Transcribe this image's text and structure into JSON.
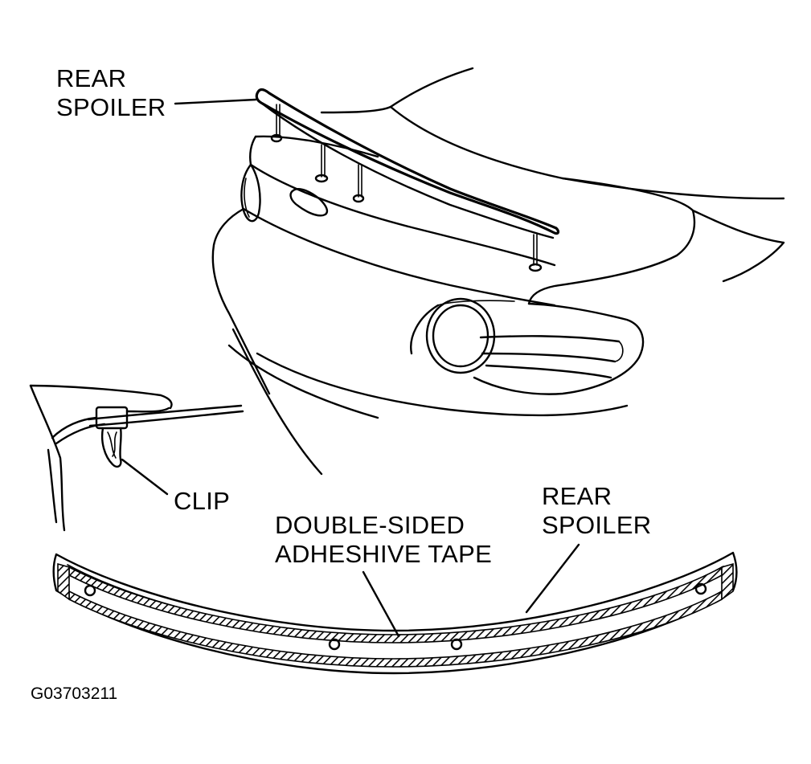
{
  "labels": {
    "rear_spoiler_top": [
      "REAR",
      "SPOILER"
    ],
    "clip": "CLIP",
    "tape": [
      "DOUBLE-SIDED",
      "ADHESHIVE TAPE"
    ],
    "rear_spoiler_bottom": [
      "REAR",
      "SPOILER"
    ],
    "figure_code": "G03703211"
  },
  "colors": {
    "ink": "#000000",
    "paper": "#ffffff"
  }
}
